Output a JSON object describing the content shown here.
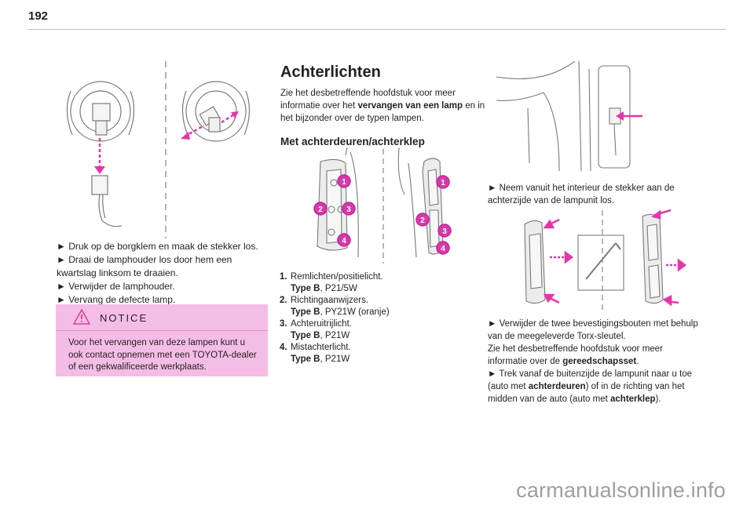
{
  "page": {
    "number": "192"
  },
  "left": {
    "steps": [
      "► Druk op de borgklem en maak de stekker los.",
      "► Draai de lamphouder los door hem een kwartslag linksom te draaien.",
      "► Verwijder de lamphouder.",
      "► Vervang de defecte lamp."
    ],
    "notice": {
      "title": "NOTICE",
      "text": "Voor het vervangen van deze lampen kunt u ook contact opnemen met een TOYOTA-dealer of een gekwalificeerde werkplaats."
    }
  },
  "middle": {
    "heading": "Achterlichten",
    "intro_before": "Zie het desbetreffende hoofdstuk voor meer informatie over het ",
    "intro_bold": "vervangen van een lamp",
    "intro_after": " en in het bijzonder over de typen lampen.",
    "subheading": "Met achterdeuren/achterklep",
    "callouts": [
      "1",
      "2",
      "3",
      "4"
    ],
    "legend": [
      {
        "num": "1.",
        "name": "Remlichten/positielicht.",
        "type_label": "Type B",
        "spec": ", P21/5W"
      },
      {
        "num": "2.",
        "name": "Richtingaanwijzers.",
        "type_label": "Type B",
        "spec": ", PY21W (oranje)"
      },
      {
        "num": "3.",
        "name": "Achteruitrijlicht.",
        "type_label": "Type B",
        "spec": ", P21W"
      },
      {
        "num": "4.",
        "name": "Mistachterlicht.",
        "type_label": "Type B",
        "spec": ", P21W"
      }
    ]
  },
  "right": {
    "step1": "► Neem vanuit het interieur de stekker aan de achterzijde van de lampunit los.",
    "step2": "► Verwijder de twee bevestigingsbouten met behulp van de meegeleverde Torx-sleutel.",
    "ref_before": "Zie het desbetreffende hoofdstuk voor meer informatie over de ",
    "ref_bold": "gereedschapsset",
    "ref_after": ".",
    "step3_before": "► Trek vanaf de buitenzijde de lampunit naar u toe (auto met ",
    "step3_bold1": "achterdeuren",
    "step3_mid": ") of in de richting van het midden van de auto (auto met ",
    "step3_bold2": "achterklep",
    "step3_after": ")."
  },
  "footer": {
    "watermark": "carmanualsonline.info"
  },
  "colors": {
    "accent": "#e535ab",
    "notice_bg": "#f4bde6",
    "rule": "#bfbfbf"
  }
}
